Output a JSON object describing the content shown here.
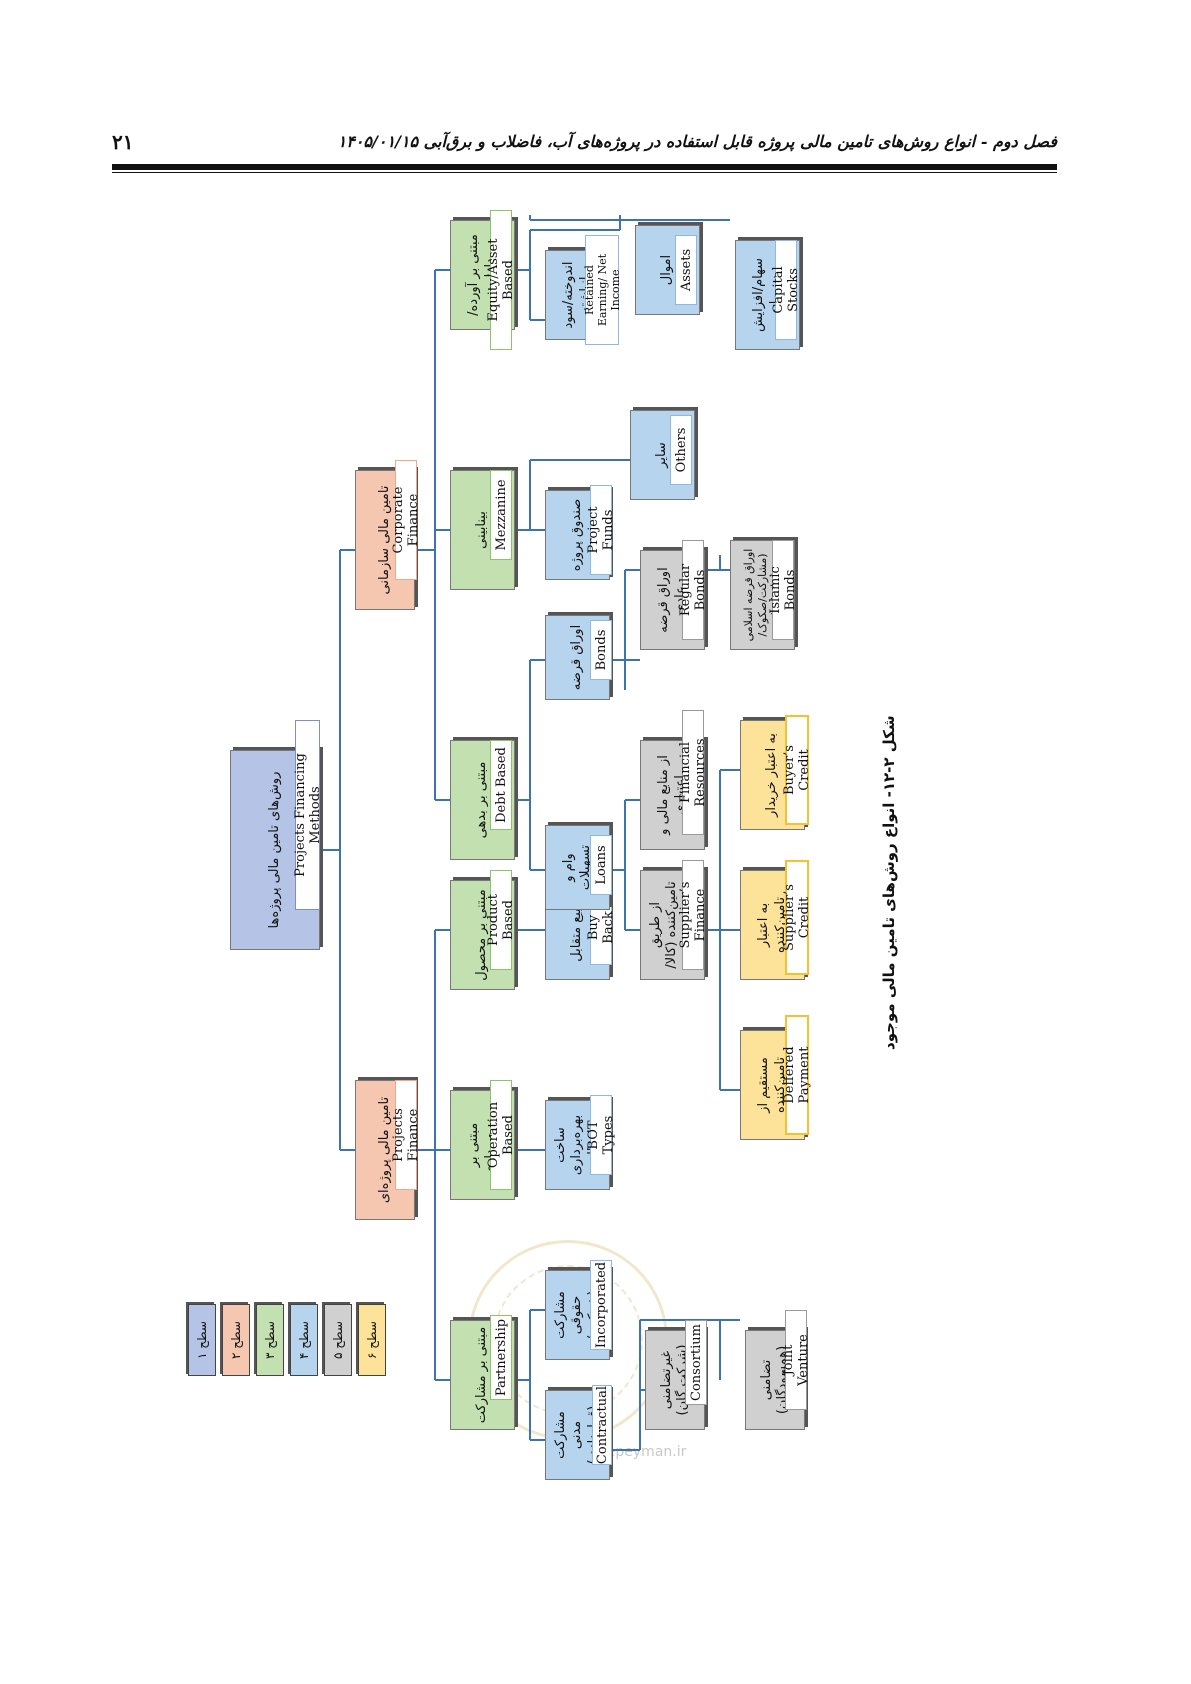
{
  "header": {
    "page_number": "۲۱",
    "title": "فصل دوم - انواع روش‌های تامین مالی پروژه قابل استفاده در پروژه‌های آب، فاضلاب و برق‌آبی  ۱۴۰۵/۰۱/۱۵"
  },
  "nodes": {
    "root": {
      "fa": "روش‌های تامین مالی پروژه‌ها",
      "en": "Projects Financing Methods"
    },
    "pf": {
      "fa": "تامین مالی پروژه‌ای",
      "en": "Projects Finance"
    },
    "cf": {
      "fa": "تامین مالی سازمانی",
      "en": "Corporate Finance"
    },
    "partnership": {
      "fa": "مبتنی بر مشارکت",
      "en": "Partnership"
    },
    "operation": {
      "fa": "مبتنی بر بهره‌برداری",
      "en": "Operation Based"
    },
    "product": {
      "fa": "مبتنی بر محصول",
      "en": "Product Based"
    },
    "debt": {
      "fa": "مبتنی بر بدهی",
      "en": "Debt Based"
    },
    "mezzanine": {
      "fa": "بینابینی",
      "en": "Mezzanine"
    },
    "equity": {
      "fa": "مبتنی بر آورده/دارایی",
      "en": "Equity/Asset Based"
    },
    "contractual": {
      "fa": "مشارکت مدنی (قراردادی)",
      "en": "Contractual"
    },
    "incorporated": {
      "fa": "مشارکت حقوقی (شرکتی)",
      "en": "Incorporated"
    },
    "bot": {
      "fa": "ساخت بهره‌برداری انتقال",
      "en": "BOT Types"
    },
    "buyback": {
      "fa": "بیع متقابل",
      "en": "Buy Back"
    },
    "loans": {
      "fa": "وام و تسهیلات",
      "en": "Loans"
    },
    "bonds": {
      "fa": "اوراق قرضه",
      "en": "Bonds"
    },
    "projectfunds": {
      "fa": "صندوق پروژه",
      "en": "Project Funds"
    },
    "others": {
      "fa": "سایر",
      "en": "Others"
    },
    "retained": {
      "fa": "اندوخته/سود انباشته",
      "en": "Retained Earning/ Net Income"
    },
    "assets": {
      "fa": "اموال",
      "en": "Assets"
    },
    "capital": {
      "fa": "سهام/افزایش سرمایه",
      "en": "Capital Stocks"
    },
    "consortium": {
      "fa": "غیرتضامنی (شرکت گان)",
      "en": "Consortium"
    },
    "jv": {
      "fa": "تضامنی (همسودگان)",
      "en": "Joint Venture"
    },
    "suppliers": {
      "fa": "از طریق تامین‌کننده (کالا/خدمات)",
      "en": "Supplier’s Finance"
    },
    "financial": {
      "fa": "از منابع مالی و اعتباری",
      "en": "Financial Resources"
    },
    "regular": {
      "fa": "اوراق قرضه عادی",
      "en": "Regular Bonds"
    },
    "islamic": {
      "fa": "اوراق قرضه اسلامی (مشارکت/صکوک/اجاره/...)",
      "en": "Islamic Bonds"
    },
    "deferred": {
      "fa": "مستقیم از تامین‌کننده",
      "en": "Deffered Payment"
    },
    "suppcredit": {
      "fa": "به اعتبار تامین‌کننده",
      "en": "Supplier’s Credit"
    },
    "buyercredit": {
      "fa": "به اعتبار خریدار",
      "en": "Buyer’s Credit"
    }
  },
  "legend": [
    "سطح ۱",
    "سطح ۲",
    "سطح ۳",
    "سطح ۴",
    "سطح ۵",
    "سطح ۶"
  ],
  "legend_colors": [
    "#b4c3e6",
    "#f5c6b0",
    "#c2e0b0",
    "#b7d4ee",
    "#d0d0d0",
    "#fde39a"
  ],
  "caption": "شکل ۲-۱۲- انواع روش‌های تامین مالی موجود",
  "watermark": "@omoorepeyman.ir"
}
